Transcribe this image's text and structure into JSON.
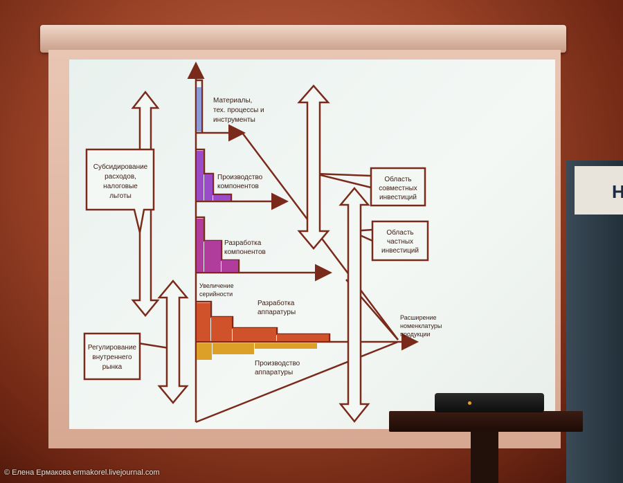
{
  "copyright": "© Елена Ермакова ermakorel.livejournal.com",
  "slide": {
    "labels": {
      "subsidies": [
        "Субсидирование",
        "расходов,",
        "налоговые",
        "льготы"
      ],
      "regulation": [
        "Регулирование",
        "внутреннего",
        "рынка"
      ],
      "joint_invest": [
        "Область",
        "совместных",
        "инвестиций"
      ],
      "private_invest": [
        "Область",
        "частных",
        "инвестиций"
      ],
      "materials": [
        "Материалы,",
        "тех. процессы и",
        "инструменты"
      ],
      "components_prod": [
        "Производство",
        "компонентов"
      ],
      "components_dev": [
        "Разработка",
        "компонентов"
      ],
      "serial_increase": [
        "Увеличение",
        "серийности"
      ],
      "equipment_dev": [
        "Разработка",
        "аппаратуры"
      ],
      "equipment_prod": [
        "Производство",
        "аппаратуры"
      ],
      "nomenclature": [
        "Расширение",
        "номенклатуры",
        "продукции"
      ]
    },
    "colors": {
      "line": "#7a2a1a",
      "blue": "#8c9ad8",
      "violet": "#9a4cc8",
      "magenta": "#b03c9c",
      "orange": "#d0522a",
      "yellow": "#dca028"
    }
  }
}
